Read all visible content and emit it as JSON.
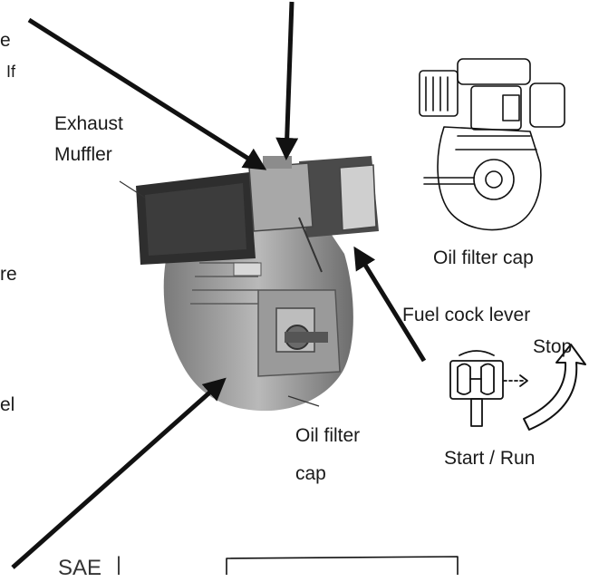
{
  "labels": {
    "partial_e": "e",
    "partial_if": "If",
    "exhaust_line1": "Exhaust",
    "exhaust_line2": "Muffler",
    "oil_filter_cap_top": "Oil filter cap",
    "partial_re": "re",
    "fuel_cock_lever": "Fuel cock lever",
    "stop": "Stop",
    "partial_el": "el",
    "oil_filter_line1": "Oil filter",
    "oil_filter_line2": "cap",
    "start_run": "Start / Run",
    "partial_sae": "SAE"
  }
}
